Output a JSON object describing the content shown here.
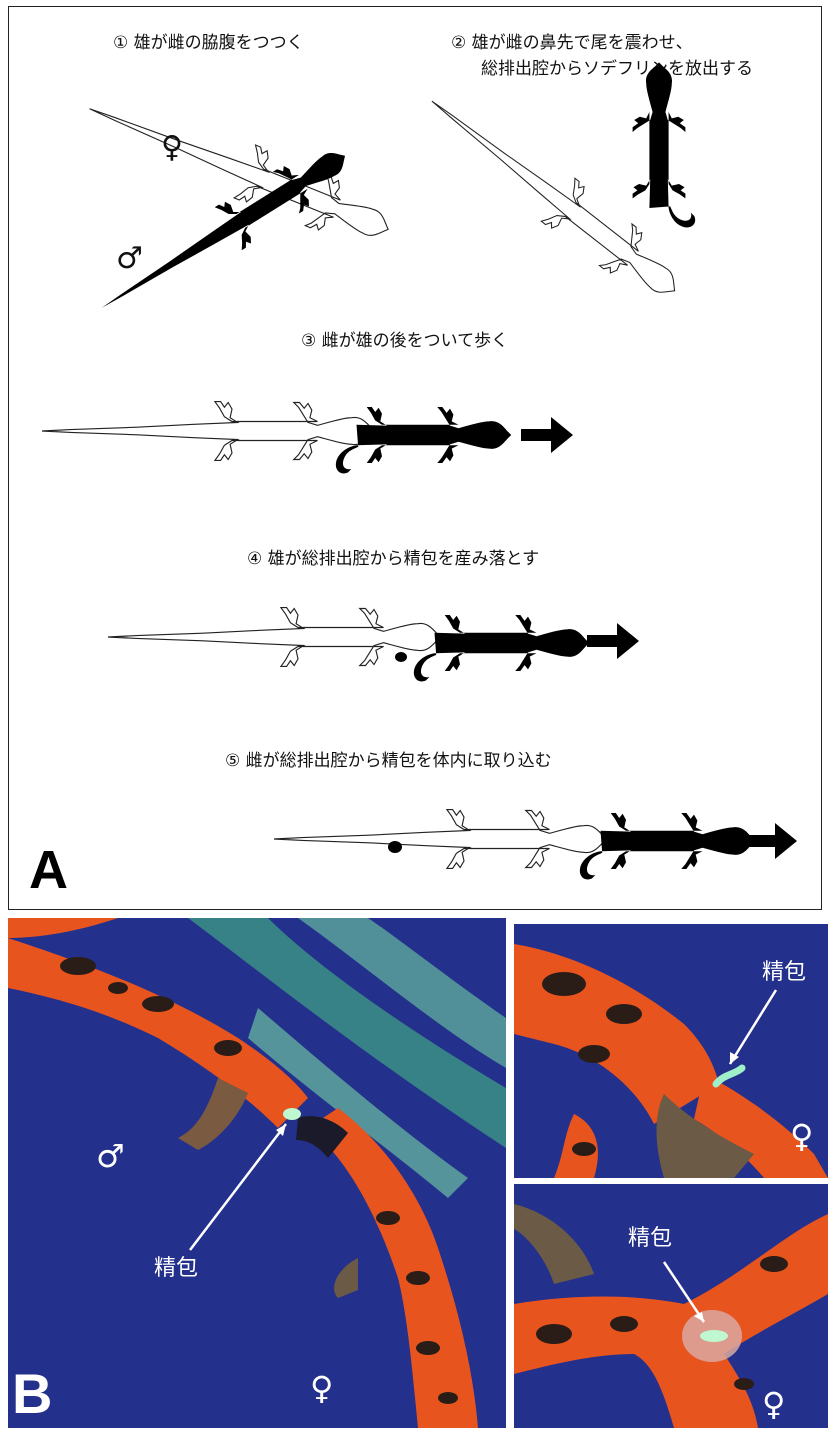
{
  "panel_a": {
    "label": "A",
    "steps": [
      {
        "number": "①",
        "text": "雄が雌の脇腹をつつく"
      },
      {
        "number": "②",
        "text": "雄が雌の鼻先で尾を震わせ、",
        "text2": "総排出腔からソデフリンを放出する"
      },
      {
        "number": "③",
        "text": "雌が雄の後をついて歩く"
      },
      {
        "number": "④",
        "text": "雄が総排出腔から精包を産み落とす"
      },
      {
        "number": "⑤",
        "text": "雌が総排出腔から精包を体内に取り込む"
      }
    ],
    "female_symbol": "♀",
    "male_symbol": "♂"
  },
  "panel_b": {
    "label": "B",
    "male_symbol": "♂",
    "female_symbol": "♀",
    "spermatophore_label": "精包"
  },
  "colors": {
    "newt_orange": "#e8541e",
    "background_blue": "#23308c",
    "spot_dark": "#2a1d18",
    "glow_green": "#7fe8a8"
  }
}
